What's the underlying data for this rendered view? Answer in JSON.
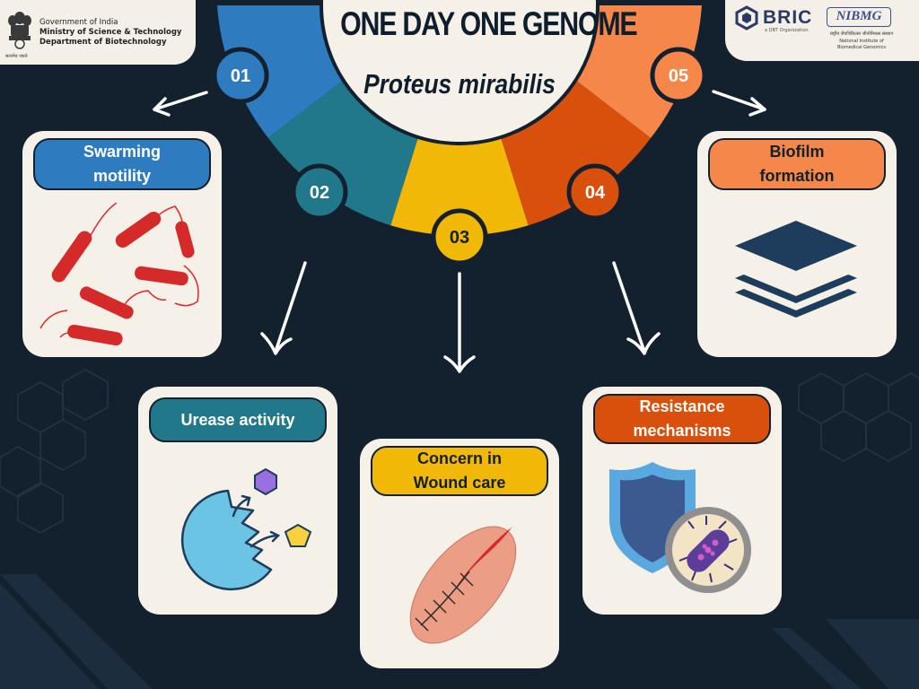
{
  "header": {
    "gov": {
      "line1": "Government of India",
      "line2": "Ministry of Science & Technology",
      "line3": "Department of Biotechnology",
      "motto": "सत्यमेव जयते"
    },
    "partners": {
      "bric": "BRIC",
      "bric_sub": "a DBT Organization",
      "nibmg": "NIBMG",
      "nibmg_hindi": "राष्ट्रीय जैवचिकित्सा जीनोमिकस संस्थान",
      "nibmg_en_line1": "National Institute of",
      "nibmg_en_line2": "Biomedical Genomics"
    },
    "title": "ONE DAY ONE GENOME",
    "organism": "Proteus mirabilis"
  },
  "colors": {
    "background": "#13202e",
    "card": "#f6f1e8",
    "seg01": "#2f7bbf",
    "seg02": "#21788a",
    "seg03": "#f2b807",
    "seg04": "#d9500d",
    "seg05": "#f5874a"
  },
  "segments": [
    {
      "number": "01",
      "label": "Swarming motility",
      "lines": [
        "Swarming",
        "motility"
      ],
      "icon": "bacteria-icon"
    },
    {
      "number": "02",
      "label": "Urease activity",
      "lines": [
        "Urease activity"
      ],
      "icon": "enzyme-icon"
    },
    {
      "number": "03",
      "label": "Concern in Wound care",
      "lines": [
        "Concern in",
        "Wound care"
      ],
      "icon": "wound-icon"
    },
    {
      "number": "04",
      "label": "Resistance mechanisms",
      "lines": [
        "Resistance",
        "mechanisms"
      ],
      "icon": "shield-icon"
    },
    {
      "number": "05",
      "label": "Biofilm formation",
      "lines": [
        "Biofilm",
        "formation"
      ],
      "icon": "layers-icon"
    }
  ]
}
